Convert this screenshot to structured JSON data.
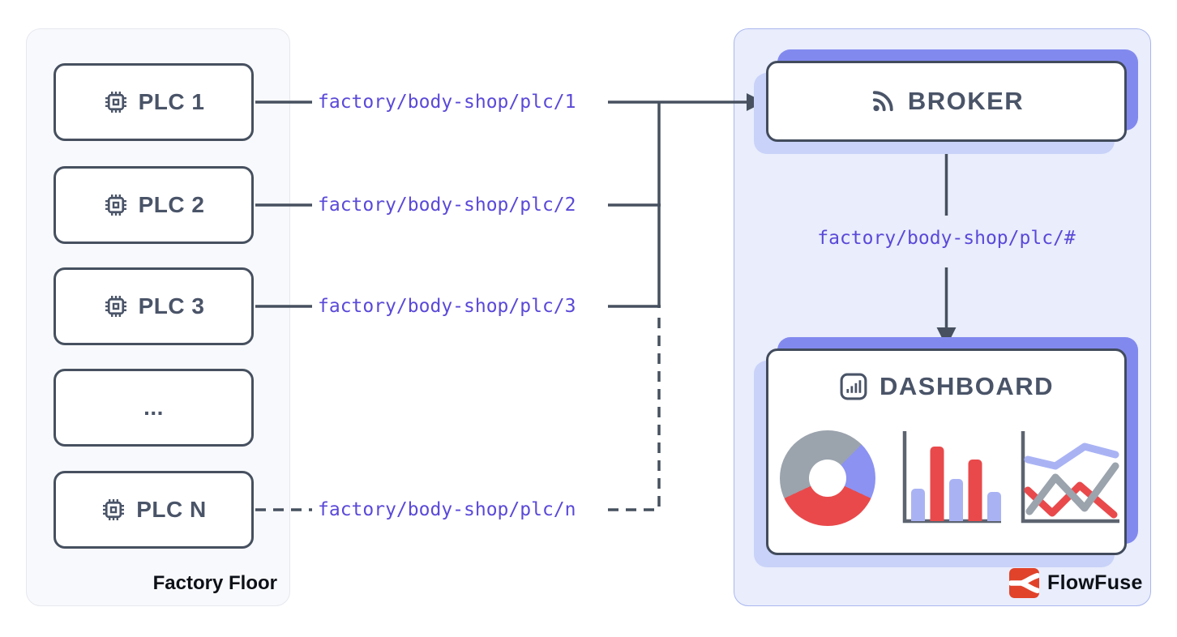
{
  "factory": {
    "label": "Factory Floor",
    "rows": [
      {
        "label": "PLC 1",
        "icon": "cpu-icon",
        "topic": "factory/body-shop/plc/1",
        "link_style": "solid",
        "to_broker": true
      },
      {
        "label": "PLC 2",
        "icon": "cpu-icon",
        "topic": "factory/body-shop/plc/2",
        "link_style": "solid",
        "to_broker": false
      },
      {
        "label": "PLC 3",
        "icon": "cpu-icon",
        "topic": "factory/body-shop/plc/3",
        "link_style": "solid",
        "to_broker": false
      },
      {
        "label": "...",
        "icon": null,
        "topic": null,
        "link_style": "none",
        "to_broker": false
      },
      {
        "label": "PLC N",
        "icon": "cpu-icon",
        "topic": "factory/body-shop/plc/n",
        "link_style": "dashed",
        "to_broker": false
      }
    ]
  },
  "broker": {
    "label": "BROKER",
    "icon": "rss-icon",
    "subscription_topic": "factory/body-shop/plc/#"
  },
  "dashboard": {
    "label": "DASHBOARD",
    "icon": "bar-chart-icon",
    "charts": {
      "donut": {
        "type": "donut",
        "segments": [
          {
            "name": "blue",
            "color": "#8b92f2",
            "start": 45,
            "end": 115
          },
          {
            "name": "red",
            "color": "#e9494b",
            "start": 115,
            "end": 245
          },
          {
            "name": "gray",
            "color": "#9ba3ad",
            "start": 245,
            "end": 405
          }
        ]
      },
      "bars": {
        "type": "bar",
        "values": [
          40,
          92,
          52,
          76,
          36
        ],
        "colors": [
          "#a9b3f4",
          "#e9494b",
          "#a9b3f4",
          "#e9494b",
          "#a9b3f4"
        ]
      },
      "lines": {
        "type": "line",
        "series": [
          {
            "name": "red",
            "color": "#e9494b",
            "points": [
              [
                14,
                76
              ],
              [
                44,
                104
              ],
              [
                78,
                70
              ],
              [
                120,
                106
              ]
            ]
          },
          {
            "name": "gray",
            "color": "#9ba3ad",
            "points": [
              [
                16,
                102
              ],
              [
                48,
                60
              ],
              [
                84,
                98
              ],
              [
                122,
                46
              ]
            ]
          },
          {
            "name": "blue",
            "color": "#a9b3f4",
            "points": [
              [
                14,
                38
              ],
              [
                48,
                46
              ],
              [
                84,
                22
              ],
              [
                122,
                32
              ]
            ]
          }
        ]
      }
    }
  },
  "branding": {
    "name": "FlowFuse",
    "logo_color": "#e0432a"
  },
  "colors": {
    "ink": "#46505f",
    "text": "#4a5468",
    "topic": "#5a49d8",
    "accent_shadow": "#8289ee",
    "soft_shadow": "#c9d2f8",
    "axis": "#5d6470",
    "factory_bg": "#f8f9fc",
    "cloud_bg": "#e9edfc"
  }
}
